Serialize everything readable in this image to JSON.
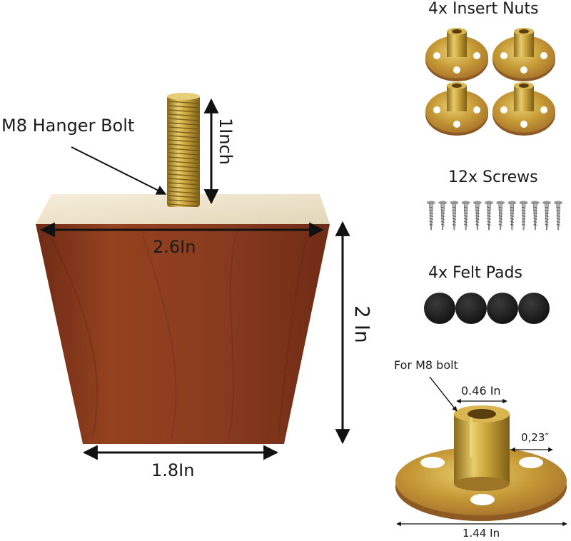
{
  "labels": {
    "hanger_bolt": "M8 Hanger Bolt",
    "bolt_length": "1Inch",
    "top_width": "2.6In",
    "height": "2 In",
    "bottom_width": "1.8In",
    "insert_nuts": "4x Insert Nuts",
    "screws": "12x Screws",
    "felt_pads": "4x Felt Pads",
    "for_bolt": "For M8 bolt",
    "nut_barrel": "0.46 In",
    "nut_thickness": "0,23″",
    "nut_diameter": "1.44 In"
  },
  "counts": {
    "insert_nuts": 4,
    "screws": 12,
    "felt_pads": 4
  },
  "colors": {
    "wood": "#8e3d21",
    "wood_dark": "#6f2b16",
    "wood_top": "#efe5cf",
    "brass": "#c9a23a",
    "felt": "#1b1b1b",
    "text": "#1a1a1a"
  }
}
